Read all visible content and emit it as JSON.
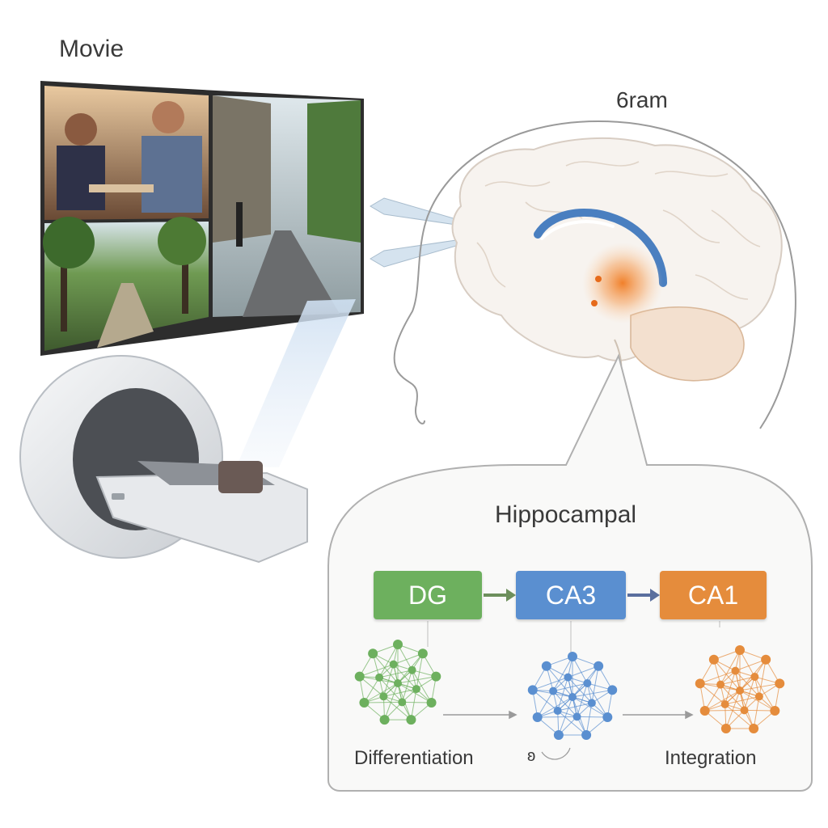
{
  "labels": {
    "movie": "Movie",
    "brain": "6ram",
    "hippocampal": "Hippocampal"
  },
  "stages": [
    {
      "name": "DG",
      "color": "#6db05e"
    },
    {
      "name": "CA3",
      "color": "#5a8fd0"
    },
    {
      "name": "CA1",
      "color": "#e58c3c"
    }
  ],
  "footer": {
    "left": "Differentiation",
    "middle": "ʚ",
    "right": "Integration"
  },
  "icons": [
    "movie-screen",
    "mri-scanner",
    "head-profile",
    "brain-icon",
    "neural-network-icon"
  ]
}
